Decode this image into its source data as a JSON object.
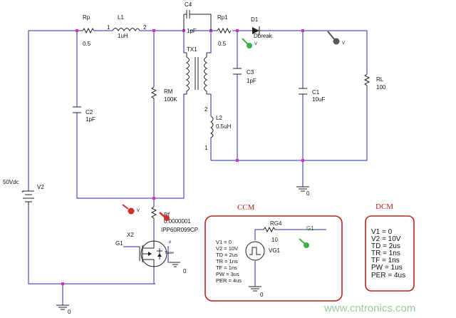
{
  "labels": {
    "rp": "Rp",
    "rp_val": "0.5",
    "l1": "L1",
    "l1_val": "1uH",
    "l1_pin1": "1",
    "l1_pin2": "2",
    "c4": "C4",
    "c4_val": "1pF",
    "rp1": "Rp1",
    "rp1_val": "0.5",
    "d1": "D1",
    "d1_val": "Dbreak",
    "tx1": "TX1",
    "rm": "RM",
    "rm_val": "100K",
    "c2": "C2",
    "c2_val": "1pF",
    "c3": "C3",
    "c3_val": "1pF",
    "c1": "C1",
    "c1_val": "10uF",
    "rl": "RL",
    "rl_val": "100",
    "l2": "L2",
    "l2_val": "0.5uH",
    "l2_pin2": "2",
    "l2_pin1": "1",
    "v2_val": "50Vdc",
    "v2": "V2",
    "rf": "Rf",
    "rf_val": "0.0000001",
    "x2": "X2",
    "x2_part": "IPP60R099CP",
    "g1": "G1",
    "gnd_right": "0",
    "gnd_mid": "0",
    "gnd_bottom": "0",
    "gnd_ccm": "0",
    "probe_v": "V",
    "tsens": "Tcase",
    "mos_d": "d"
  },
  "ccm": {
    "title": "CCM",
    "rg4": "RG4",
    "rg4_val": "10",
    "vg1": "VG1",
    "g1": "G1",
    "params": [
      "V1 = 0",
      "V2 = 10V",
      "TD = 2us",
      "TR = 1ns",
      "TF = 1ns",
      "PW = 3us",
      "PER = 4us"
    ]
  },
  "dcm": {
    "title": "DCM",
    "params": [
      "V1 = 0",
      "V2 = 10V",
      "TD = 2us",
      "TR = 1ns",
      "TF = 1ns",
      "PW = 1us",
      "PER = 4us"
    ]
  },
  "watermark": "www.cntronics.com",
  "colors": {
    "wire": "#2a2aa0",
    "node": "#cc33cc",
    "box": "#b3261e",
    "probe_red": "#d0312d",
    "probe_green": "#3cb043",
    "probe_gray": "#555555"
  }
}
